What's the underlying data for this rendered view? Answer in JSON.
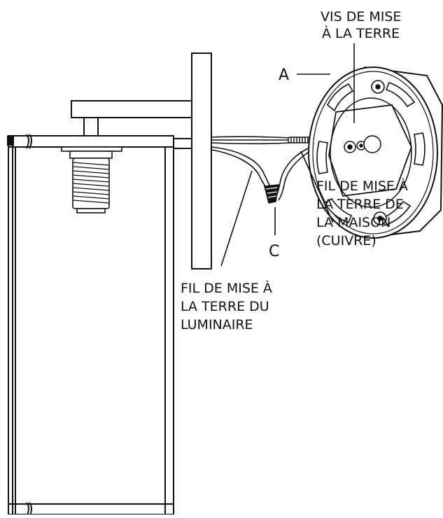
{
  "labels": {
    "grounding_screw": [
      "VIS DE MISE",
      "À LA TERRE"
    ],
    "callout_a": "A",
    "callout_c": "C",
    "house_ground_wire": [
      "FIL DE MISE À",
      "LA TERRE DE",
      "LA MAISON",
      "(CUIVRE)"
    ],
    "fixture_ground_wire": [
      "FIL DE MISE À",
      "LA TERRE DU",
      "LUMINAIRE"
    ]
  },
  "colors": {
    "ink": "#111111",
    "paper": "#ffffff"
  }
}
